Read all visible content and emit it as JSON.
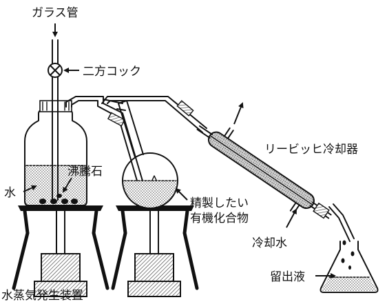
{
  "labels": {
    "glass_tube": "ガラス管",
    "two_way_cock": "二方コック",
    "liebig_condenser": "リービッヒ冷却器",
    "boiling_stone": "沸騰石",
    "water": "水",
    "to_purify_line1": "精製したい",
    "to_purify_line2": "有機化合物",
    "cooling_water": "冷却水",
    "distillate": "留出液",
    "steam_generator": "水蒸気発生装置"
  }
}
